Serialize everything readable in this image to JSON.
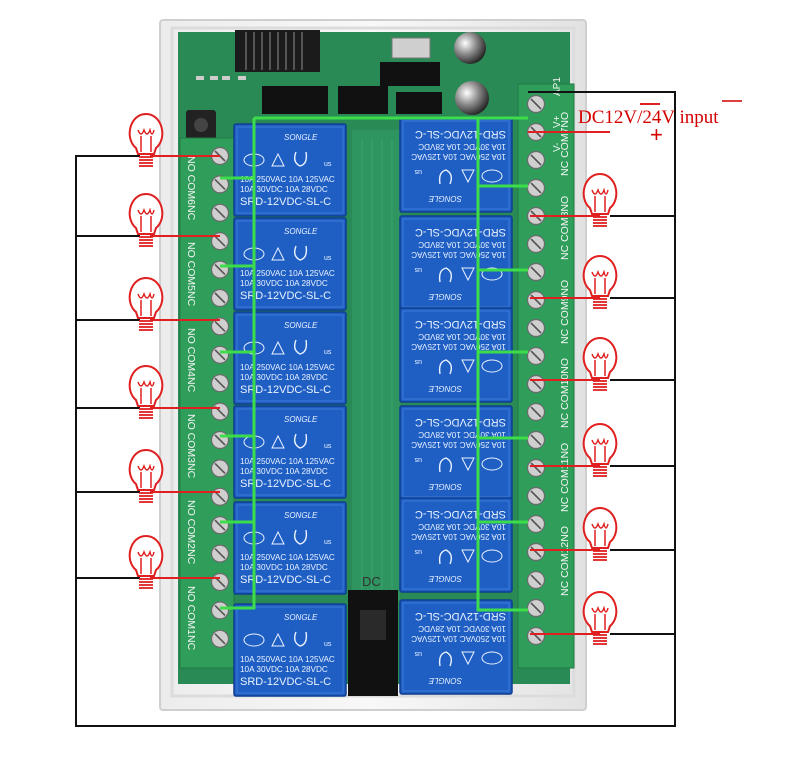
{
  "power_input": {
    "label": "DC12V/24V input",
    "plus": "+",
    "minus": "−"
  },
  "terminal_top": {
    "pins": [
      "AP1",
      "V+",
      "V-"
    ]
  },
  "dc_jack": {
    "label": "DC"
  },
  "relay": {
    "brand": "SONGLE",
    "rating_line1": "10A 250VAC  10A 125VAC",
    "rating_line2": "10A 30VDC   10A 28VDC",
    "model": "SRD-12VDC-SL-C",
    "cert": "us"
  },
  "left_channels": [
    {
      "label": "NO COM6NC"
    },
    {
      "label": "NO COM5NC"
    },
    {
      "label": "NO COM4NC"
    },
    {
      "label": "NO COM3NC"
    },
    {
      "label": "NO COM2NC"
    },
    {
      "label": "NO COM1NC"
    }
  ],
  "right_channels": [
    {
      "label": "NC COM7NO"
    },
    {
      "label": "NC COM8NO"
    },
    {
      "label": "NC COM9NO"
    },
    {
      "label": "NC COM10NO"
    },
    {
      "label": "NC COM11NO"
    },
    {
      "label": "NC COM12NO"
    }
  ],
  "colors": {
    "pcb": "#2a8a55",
    "relay": "#1f5fc4",
    "terminal": "#2f9e5a",
    "wire_power": "#3cdc4a",
    "wire_load": "#111111",
    "bulb": "#e02020",
    "power_text": "#d40000"
  },
  "icons": {
    "bulb": "light-bulb-icon",
    "screw": "screw-terminal-icon",
    "button": "push-button-icon",
    "capacitor": "capacitor-icon"
  }
}
